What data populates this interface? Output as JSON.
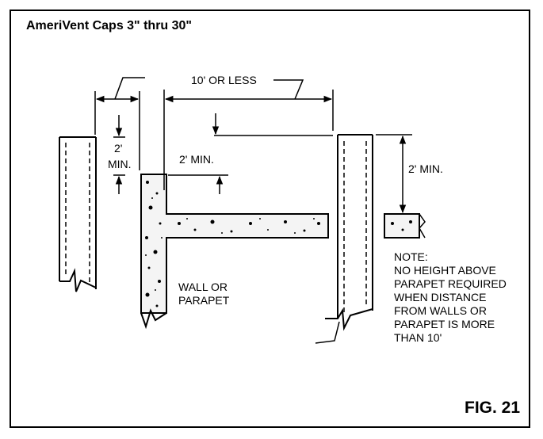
{
  "title": "AmeriVent Caps 3\" thru 30\"",
  "figure_label": "FIG. 21",
  "dimensions": {
    "horizontal_span": "10' OR LESS",
    "left_height_value": "2'",
    "left_height_unit": "MIN.",
    "center_height": "2' MIN.",
    "right_height": "2' MIN."
  },
  "wall_label": [
    "WALL OR",
    "PARAPET"
  ],
  "note": {
    "lines": [
      "NOTE:",
      "NO HEIGHT ABOVE",
      "PARAPET REQUIRED",
      "WHEN DISTANCE",
      "FROM WALLS OR",
      "PARAPET IS MORE",
      "THAN 10'"
    ]
  }
}
